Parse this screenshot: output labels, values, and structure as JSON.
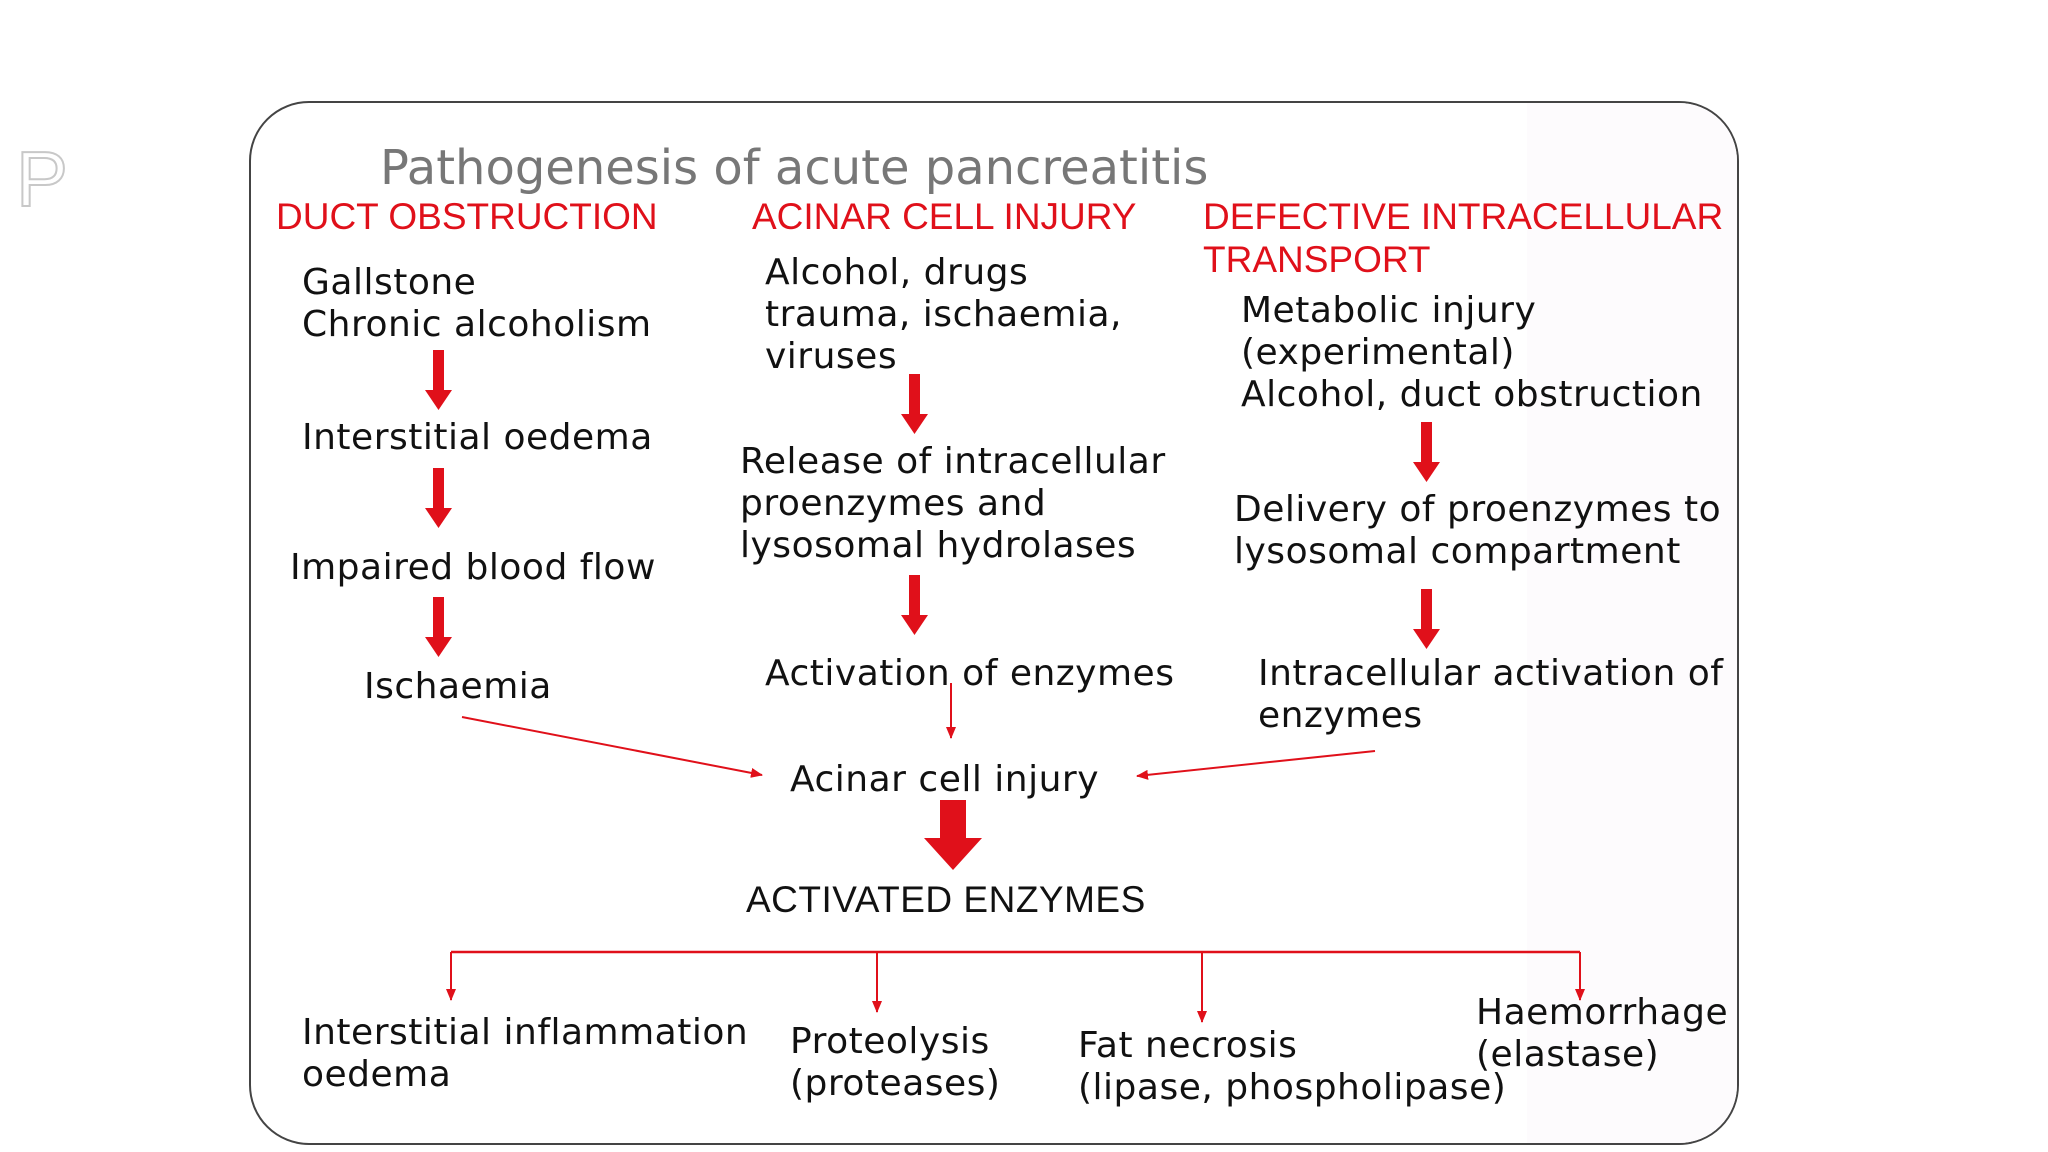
{
  "page": {
    "side_letter": "P"
  },
  "title": "Pathogenesis of acute pancreatitis",
  "columns": {
    "duct": {
      "header": "DUCT OBSTRUCTION",
      "causes": [
        "Gallstone",
        "Chronic alcoholism"
      ],
      "steps": [
        "Interstitial oedema",
        "Impaired blood flow",
        "Ischaemia"
      ]
    },
    "acinar": {
      "header": "ACINAR CELL INJURY",
      "causes": [
        "Alcohol, drugs",
        "trauma, ischaemia,",
        "viruses"
      ],
      "steps": [
        [
          "Release of intracellular",
          "proenzymes and",
          "lysosomal hydrolases"
        ],
        [
          "Activation of enzymes"
        ]
      ]
    },
    "transport": {
      "header": [
        "DEFECTIVE INTRACELLULAR",
        "TRANSPORT"
      ],
      "causes": [
        "Metabolic injury",
        "(experimental)",
        "Alcohol, duct obstruction"
      ],
      "steps": [
        [
          "Delivery of proenzymes to",
          "lysosomal compartment"
        ],
        [
          "Intracellular activation of",
          "enzymes"
        ]
      ]
    }
  },
  "convergence": "Acinar cell injury",
  "activated": "ACTIVATED ENZYMES",
  "outcomes": [
    [
      "Interstitial inflammation",
      "oedema"
    ],
    [
      "Proteolysis",
      "(proteases)"
    ],
    [
      "Fat necrosis",
      "(lipase, phospholipase)"
    ],
    [
      "Haemorrhage",
      "(elastase)"
    ]
  ],
  "colors": {
    "accent": "#e0101a",
    "text": "#111111",
    "title": "#777777",
    "border": "#444444"
  }
}
